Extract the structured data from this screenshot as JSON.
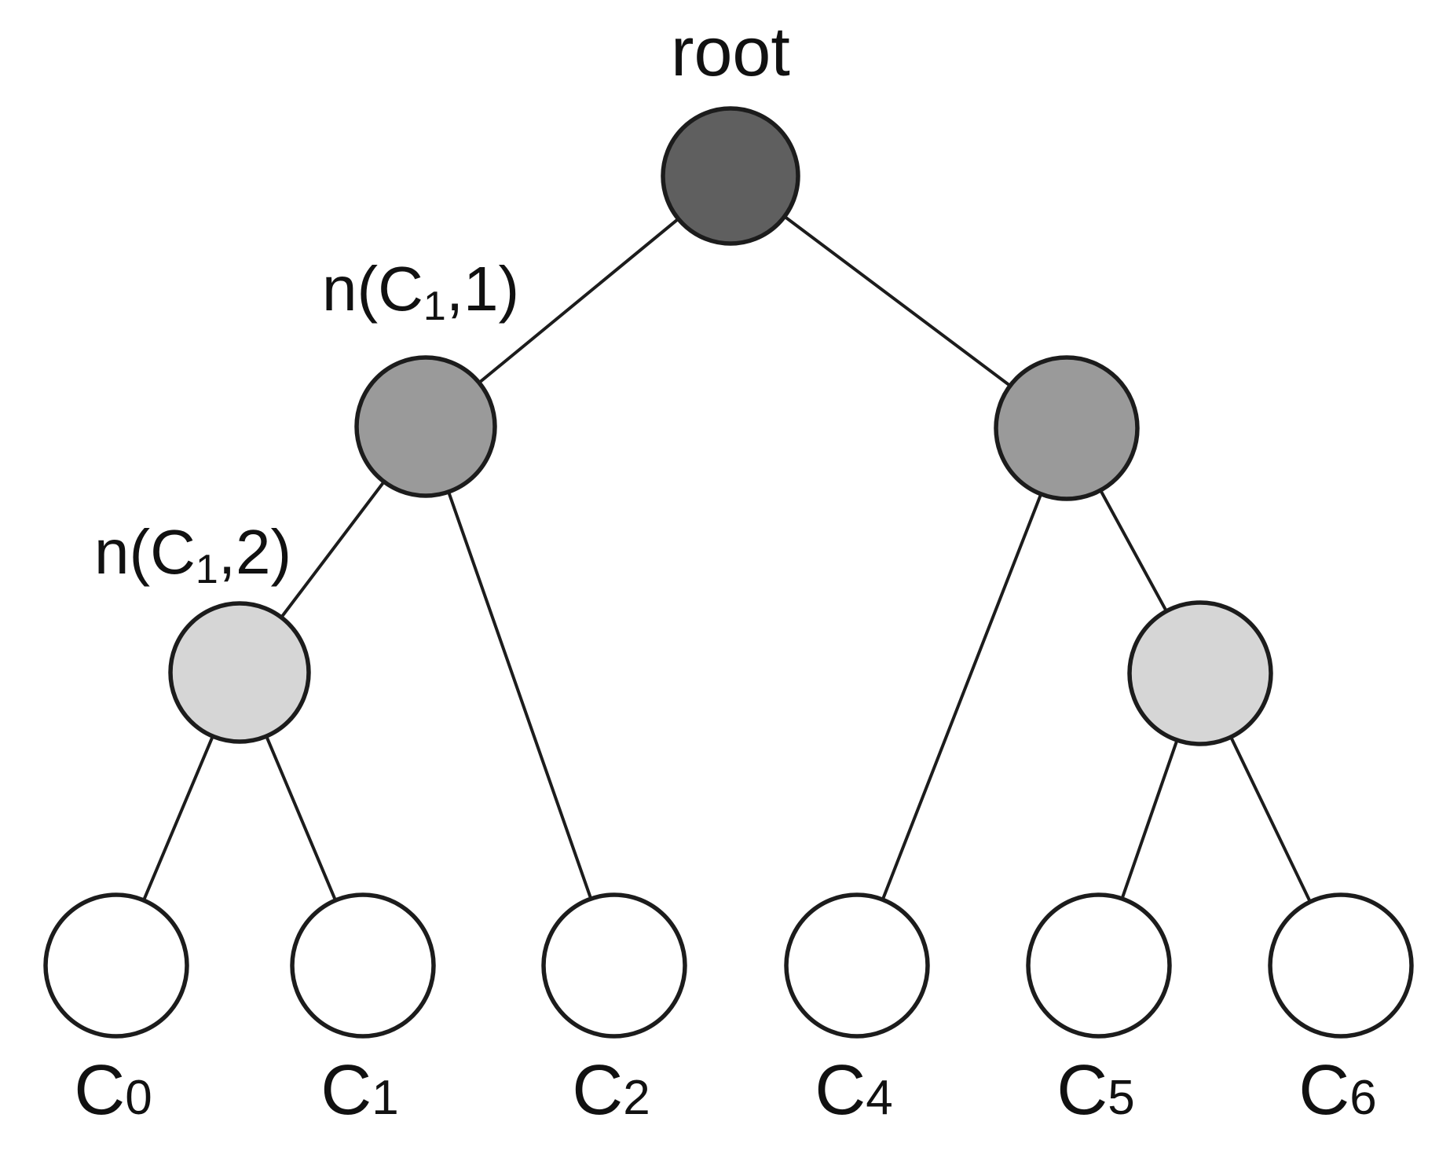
{
  "diagram": {
    "root_label": "root",
    "annotations": {
      "n1": {
        "pre": "n(C",
        "sub": "1",
        "post": ",1)"
      },
      "n2": {
        "pre": "n(C",
        "sub": "1",
        "post": ",2)"
      }
    },
    "leaves": [
      {
        "base": "C",
        "sub": "0"
      },
      {
        "base": "C",
        "sub": "1"
      },
      {
        "base": "C",
        "sub": "2"
      },
      {
        "base": "C",
        "sub": "4"
      },
      {
        "base": "C",
        "sub": "5"
      },
      {
        "base": "C",
        "sub": "6"
      }
    ],
    "colors": {
      "stroke": "#1c1c1c",
      "root_fill": "#5f5f5f",
      "internal_fill": "#9a9a9a",
      "group_fill": "#d6d6d6",
      "leaf_fill": "#ffffff",
      "background": "#ffffff"
    }
  }
}
